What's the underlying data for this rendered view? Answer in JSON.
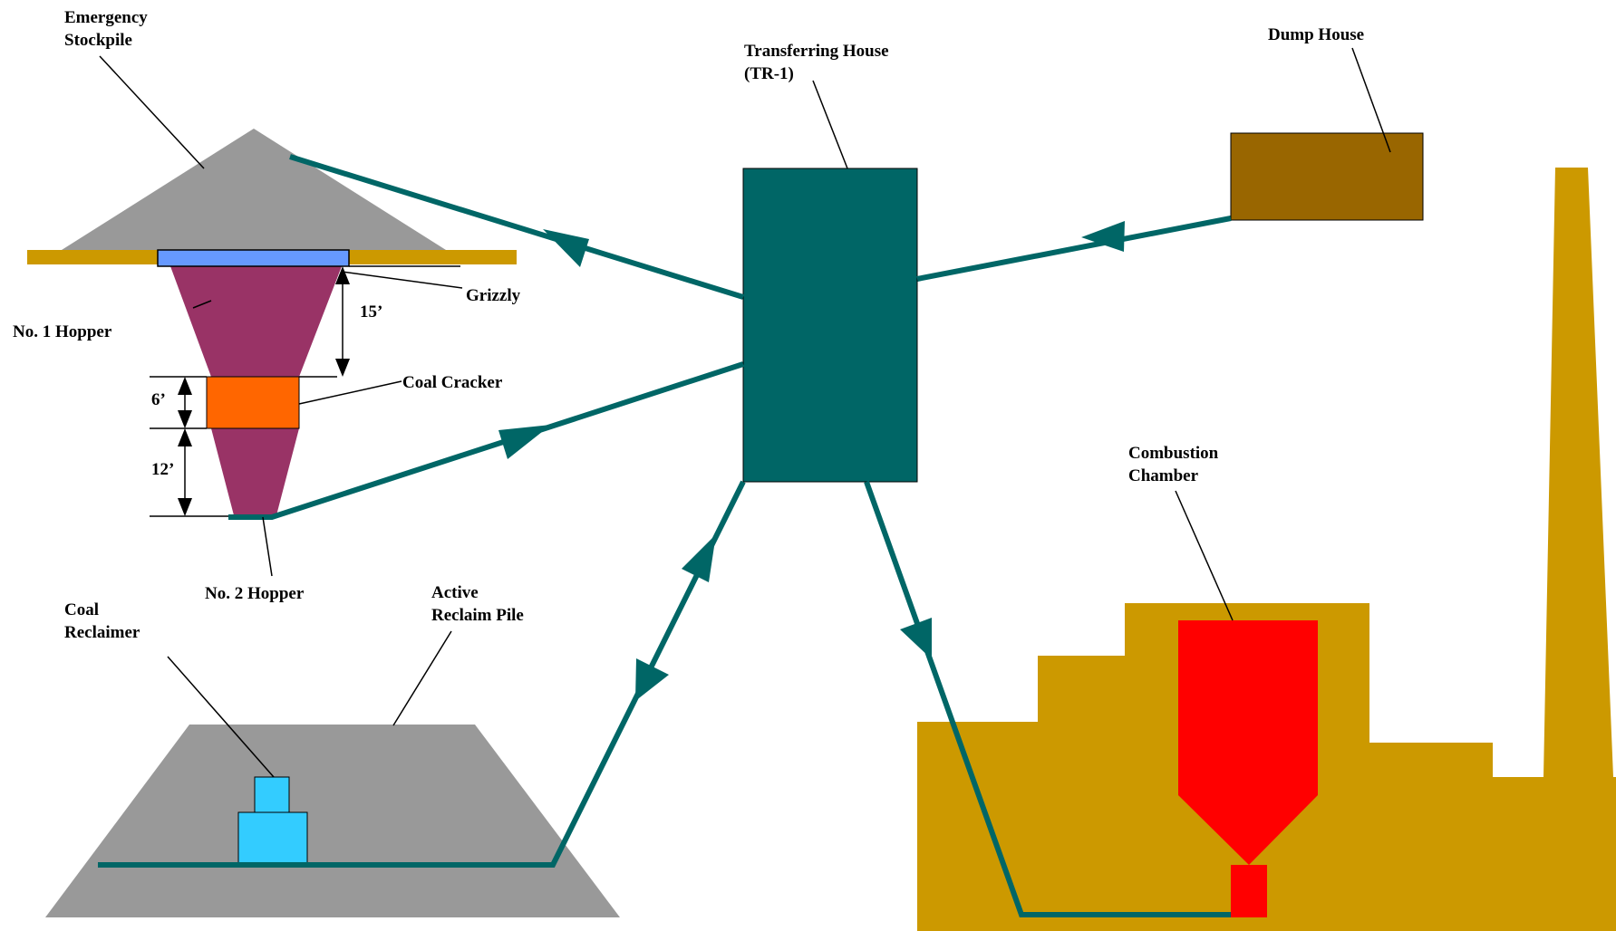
{
  "labels": {
    "emergency_stockpile_1": "Emergency",
    "emergency_stockpile_2": "Stockpile",
    "grizzly": "Grizzly",
    "no1_hopper": "No. 1  Hopper",
    "coal_cracker": "Coal Cracker",
    "no2_hopper": "No. 2  Hopper",
    "dim_15": "15’",
    "dim_6": "6’",
    "dim_12": "12’",
    "transferring_house_1": "Transferring House",
    "transferring_house_2": "(TR-1)",
    "dump_house": "Dump House",
    "combustion_chamber_1": "Combustion",
    "combustion_chamber_2": "Chamber",
    "coal_reclaimer_1": "Coal",
    "coal_reclaimer_2": "Reclaimer",
    "active_reclaim_pile_1": "Active",
    "active_reclaim_pile_2": "Reclaim  Pile"
  },
  "colors": {
    "conveyor": "#006666",
    "pile": "#999999",
    "hopper": "#993366",
    "grizzly": "#6699FF",
    "coal_cracker": "#FF6600",
    "ground_bar": "#CC9900",
    "transferring_house": "#006666",
    "dump_house": "#996600",
    "plant": "#CC9900",
    "combustion_chamber": "#FF0000",
    "coal_reclaimer": "#33CCFF"
  }
}
